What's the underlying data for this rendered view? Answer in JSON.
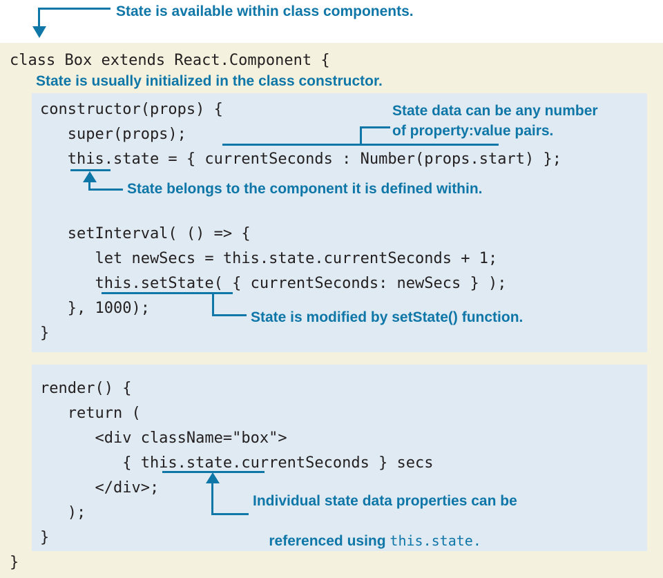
{
  "figure": {
    "title": "React class component state example",
    "colors": {
      "panel_background": "#f4f1de",
      "code_background": "#dfeaf2",
      "code_text": "#231f20",
      "annotation": "#0f76a8",
      "page_background": "#ffffff"
    }
  },
  "code": {
    "class_open": "class Box extends React.Component {",
    "constructor": [
      "constructor(props) {",
      "   super(props);",
      "   this.state = { currentSeconds : Number(props.start) };",
      "",
      "   setInterval( () => {",
      "      let newSecs = this.state.currentSeconds + 1;",
      "      this.setState( { currentSeconds: newSecs } );",
      "   }, 1000);",
      "}"
    ],
    "render": [
      "render() {",
      "   return (",
      "      <div className=\"box\">",
      "         { this.state.currentSeconds } secs",
      "      </div>;",
      "   );",
      "}"
    ],
    "class_close": "}"
  },
  "annotations": [
    {
      "id": "available-in-class-components",
      "text": "State is available within class components.",
      "target": "class Box extends React.Component {"
    },
    {
      "id": "initialized-in-constructor",
      "text": "State is usually initialized in the class constructor.",
      "target": "constructor(props)"
    },
    {
      "id": "property-value-pairs",
      "line1": "State data can be any number",
      "line2": "of property:value pairs.",
      "target": "{ currentSeconds : Number(props.start) }"
    },
    {
      "id": "belongs-to-component",
      "text": "State belongs to the component it is defined within.",
      "target": "this."
    },
    {
      "id": "modified-by-setstate",
      "text": "State is modified by setState() function.",
      "target": "this.setState("
    },
    {
      "id": "referenced-using-this-state",
      "line1": "Individual state data properties can be",
      "line2_prefix": "referenced using ",
      "line2_mono": "this.state.",
      "target": "this.state.currentSeconds"
    }
  ]
}
